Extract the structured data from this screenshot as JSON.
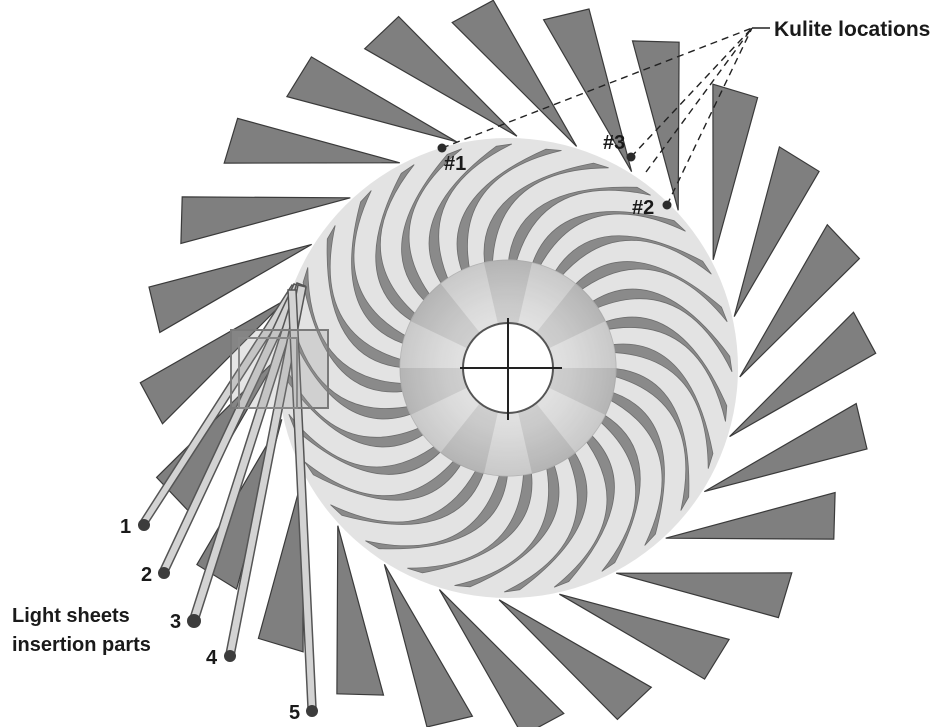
{
  "annotations": {
    "kulite_title": "Kulite locations",
    "kulite_points": [
      "#1",
      "#2",
      "#3"
    ],
    "light_sheets_line1": "Light sheets",
    "light_sheets_line2": "insertion parts",
    "insertion_numbers": [
      "1",
      "2",
      "3",
      "4",
      "5"
    ]
  },
  "diagram": {
    "diffuser_vane_count": 24,
    "impeller_blade_count": 28,
    "colors": {
      "diffuser_vane": "#7f7f7f",
      "vane_outline": "#3a3a3a",
      "impeller_blade": "#8a8a8a",
      "hub": "#c9c9c9",
      "probe": "#cfcfcf",
      "marker": "#3c3c3c"
    }
  }
}
